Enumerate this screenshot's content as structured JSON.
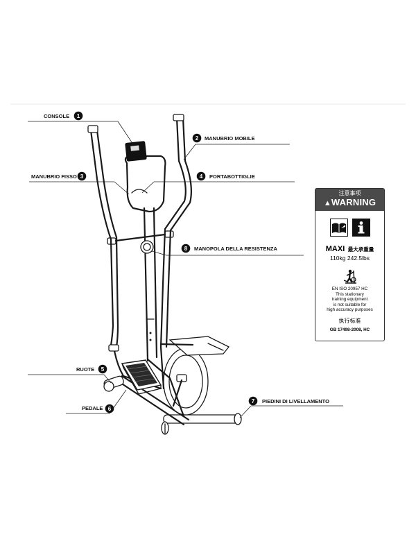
{
  "diagram": {
    "callouts": [
      {
        "num": "1",
        "label": "CONSOLE"
      },
      {
        "num": "2",
        "label": "MANUBRIO MOBILE"
      },
      {
        "num": "3",
        "label": "MANUBRIO FISSO"
      },
      {
        "num": "4",
        "label": "PORTABOTTIGLIE"
      },
      {
        "num": "8",
        "label": "MANOPOLA DELLA RESISTENZA"
      },
      {
        "num": "5",
        "label": "RUOTE"
      },
      {
        "num": "6",
        "label": "PEDALE"
      },
      {
        "num": "7",
        "label": "PIEDINI DI LIVELLAMENTO"
      }
    ]
  },
  "warning_label": {
    "title_cn": "注意事项",
    "title": "WARNING",
    "max_label": "MAXI",
    "max_cn": "最大承重量",
    "max_load": "110kg  242.5lbs",
    "standard_lines": [
      "EN ISO 20957 HC",
      "This stationary",
      "training equipment",
      "is not suitable for",
      "high accuracy purposes"
    ],
    "exec_cn": "执行标准",
    "gb_standard": "GB 17498-2008, HC"
  },
  "colors": {
    "line": "#1a1a1a",
    "badge": "#111111",
    "warning_header": "#4a4a4a"
  }
}
